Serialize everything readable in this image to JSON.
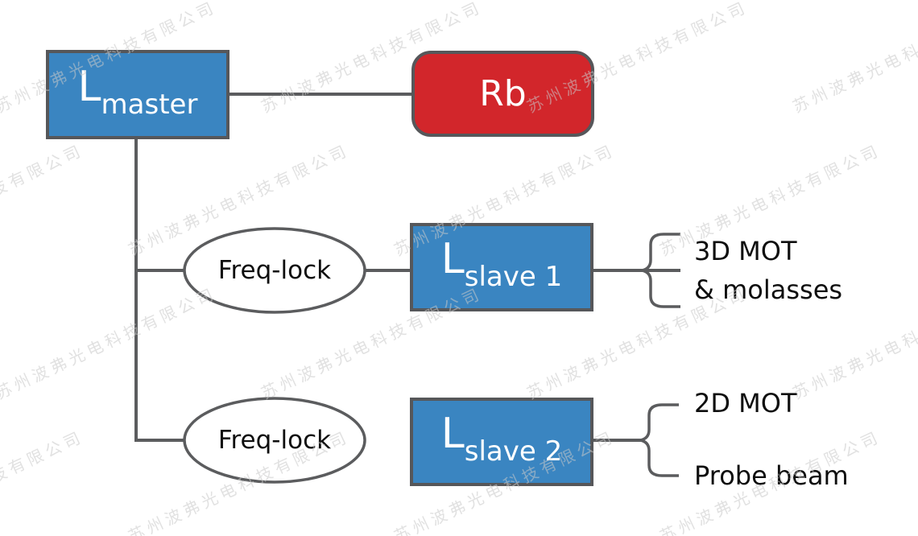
{
  "watermark": {
    "text": "苏州波弗光电科技有限公司"
  },
  "diagram": {
    "master": {
      "symbol": "L",
      "subscript": "master"
    },
    "rb": {
      "label": "Rb"
    },
    "freq_lock_1": {
      "label": "Freq-lock"
    },
    "freq_lock_2": {
      "label": "Freq-lock"
    },
    "slave_1": {
      "symbol": "L",
      "subscript": "slave 1"
    },
    "slave_2": {
      "symbol": "L",
      "subscript": "slave 2"
    },
    "outputs_slave_1": {
      "line_1": "3D MOT",
      "line_2": "& molasses"
    },
    "outputs_slave_2": {
      "top": "2D MOT",
      "bottom": "Probe beam"
    }
  },
  "colors": {
    "laser_box_fill": "#3a85c1",
    "rb_fill": "#d2262b",
    "wire": "#5b5c5e",
    "box_border": "#56575a",
    "watermark": "#c9c9c9"
  }
}
